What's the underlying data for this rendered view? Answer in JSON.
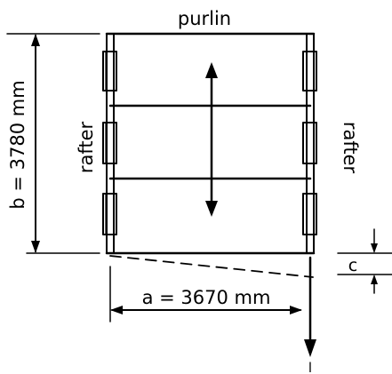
{
  "labels": {
    "purlin": "purlin",
    "rafter_left": "rafter",
    "rafter_right": "rafter",
    "dim_b": "b = 3780 mm",
    "dim_a": "a = 3670 mm",
    "dim_c": "c",
    "slope_arrow": "l"
  },
  "colors": {
    "ink": "#000000",
    "background": "#ffffff"
  }
}
